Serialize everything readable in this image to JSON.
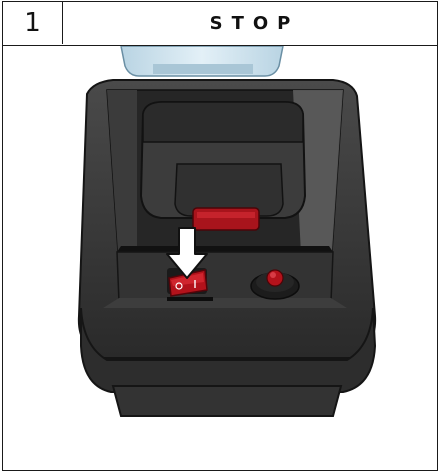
{
  "step": {
    "number": "1",
    "title": "STOP"
  },
  "illustration": {
    "switch_state": "off",
    "switch_symbol_off": "O",
    "switch_symbol_on": "I",
    "arrow": "down-arrow",
    "colors": {
      "base_dark": "#2e2e2e",
      "base_mid": "#454545",
      "base_light": "#5e5e5e",
      "switch_red": "#b3121b",
      "jar_blue": "#cfe3ee",
      "arrow_white": "#ffffff"
    }
  }
}
